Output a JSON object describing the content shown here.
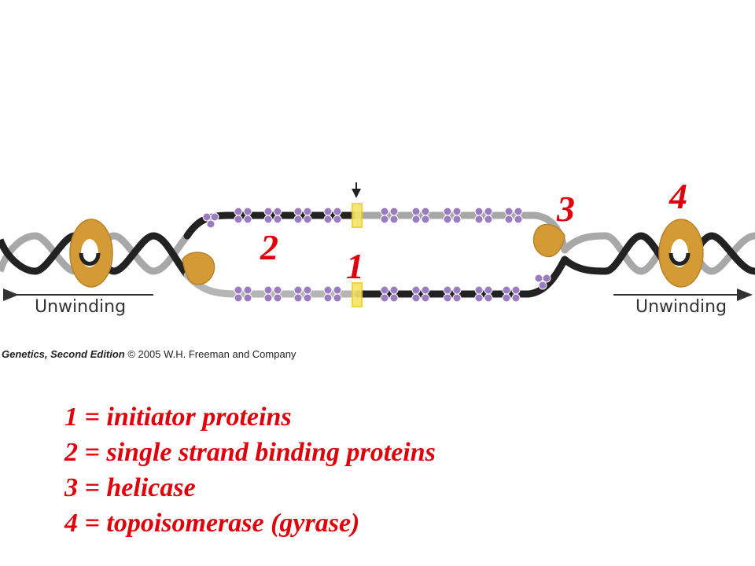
{
  "figure": {
    "unwinding_left": "Unwinding",
    "unwinding_right": "Unwinding",
    "labels": [
      "1",
      "2",
      "3",
      "4"
    ]
  },
  "credit": {
    "book": "Genetics, Second Edition",
    "rest": " © 2005 W.H. Freeman and Company"
  },
  "legend": [
    "1 = initiator proteins",
    "2 = single strand binding proteins",
    "3 = helicase",
    "4 = topoisomerase (gyrase)"
  ],
  "colors": {
    "strand_dark": "#222222",
    "strand_light": "#a8a8a8",
    "ssb_protein": "#9b7cc0",
    "enzyme": "#d49a35",
    "origin": "#f2d21c",
    "label_red": "#e0000b"
  }
}
